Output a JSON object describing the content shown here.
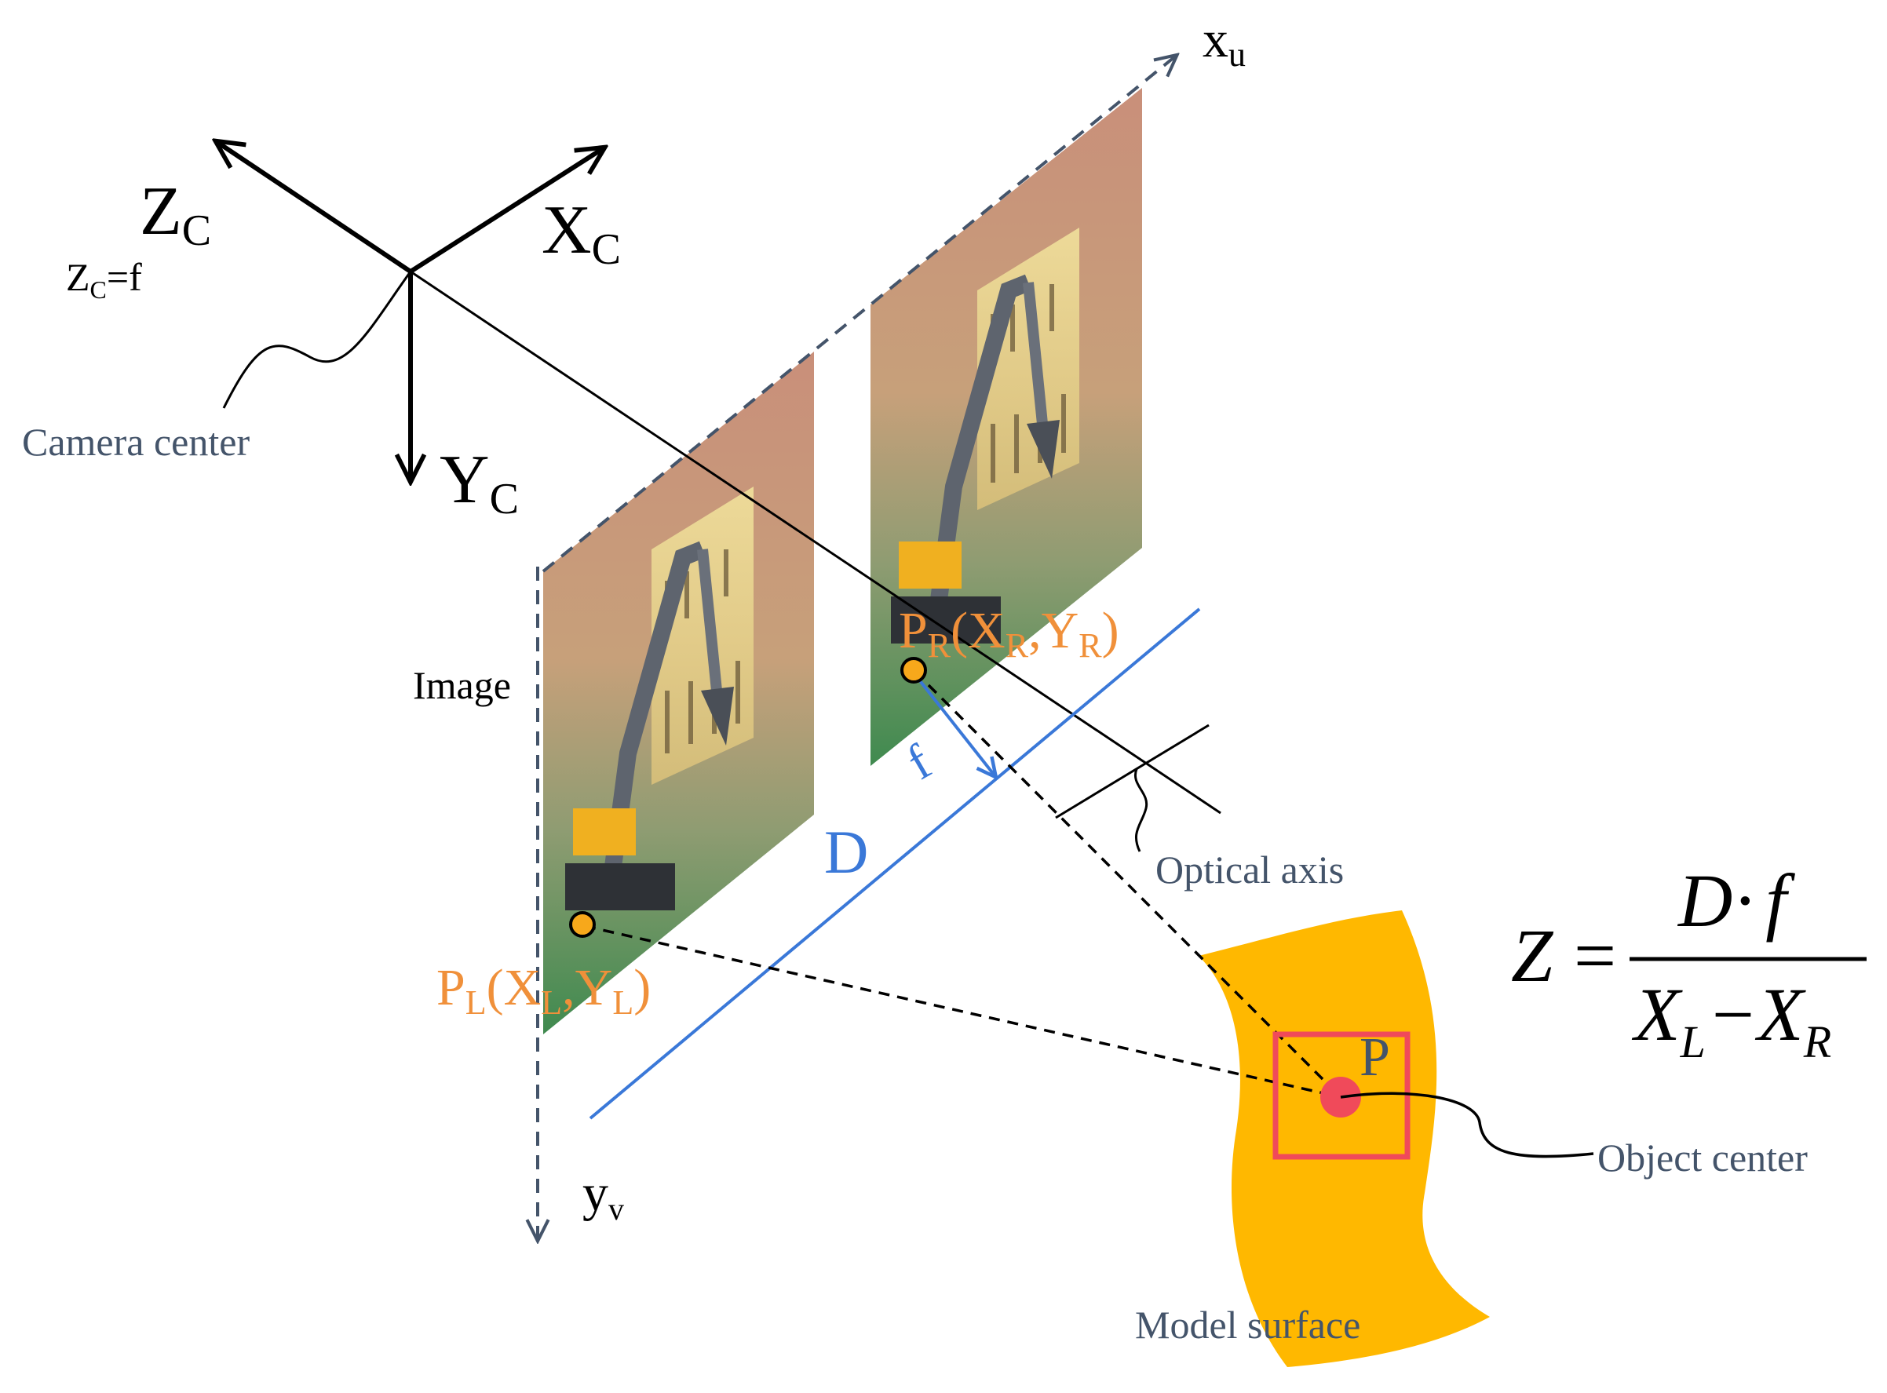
{
  "camera_axes": {
    "zc_main": "Z",
    "zc_sub": "C",
    "zc_eq_main": "Z",
    "zc_eq_sub": "C",
    "zc_eq_rest": "=f",
    "xc_main": "X",
    "xc_sub": "C",
    "yc_main": "Y",
    "yc_sub": "C"
  },
  "image_axes": {
    "xu_main": "x",
    "xu_sub": "u",
    "yv_main": "y",
    "yv_sub": "v"
  },
  "labels": {
    "camera_center": "Camera center",
    "image": "Image",
    "optical_axis": "Optical axis",
    "object_center": "Object center",
    "model_surface": "Model surface",
    "baseline": "D",
    "focal": "f",
    "point": "P"
  },
  "points": {
    "left_P": "P",
    "left_sub": "L",
    "left_open": "(X",
    "left_x_sub": "L",
    "left_mid": ",Y",
    "left_y_sub": "L",
    "left_close": ")",
    "right_P": "P",
    "right_sub": "R",
    "right_open": "(X",
    "right_x_sub": "R",
    "right_mid": ",Y",
    "right_y_sub": "R",
    "right_close": ")"
  },
  "equation": {
    "lhs": "Z",
    "eq": "=",
    "num_d": "D",
    "num_dot": "·",
    "num_f": "f",
    "den_x1": "X",
    "den_sub1": "L",
    "den_minus": "−",
    "den_x2": "X",
    "den_sub2": "R"
  },
  "colors": {
    "orange": "#f0903a",
    "blue": "#3a78d8",
    "slate": "#44546a",
    "surface": "#ffb800",
    "marker": "#f04a5a"
  }
}
